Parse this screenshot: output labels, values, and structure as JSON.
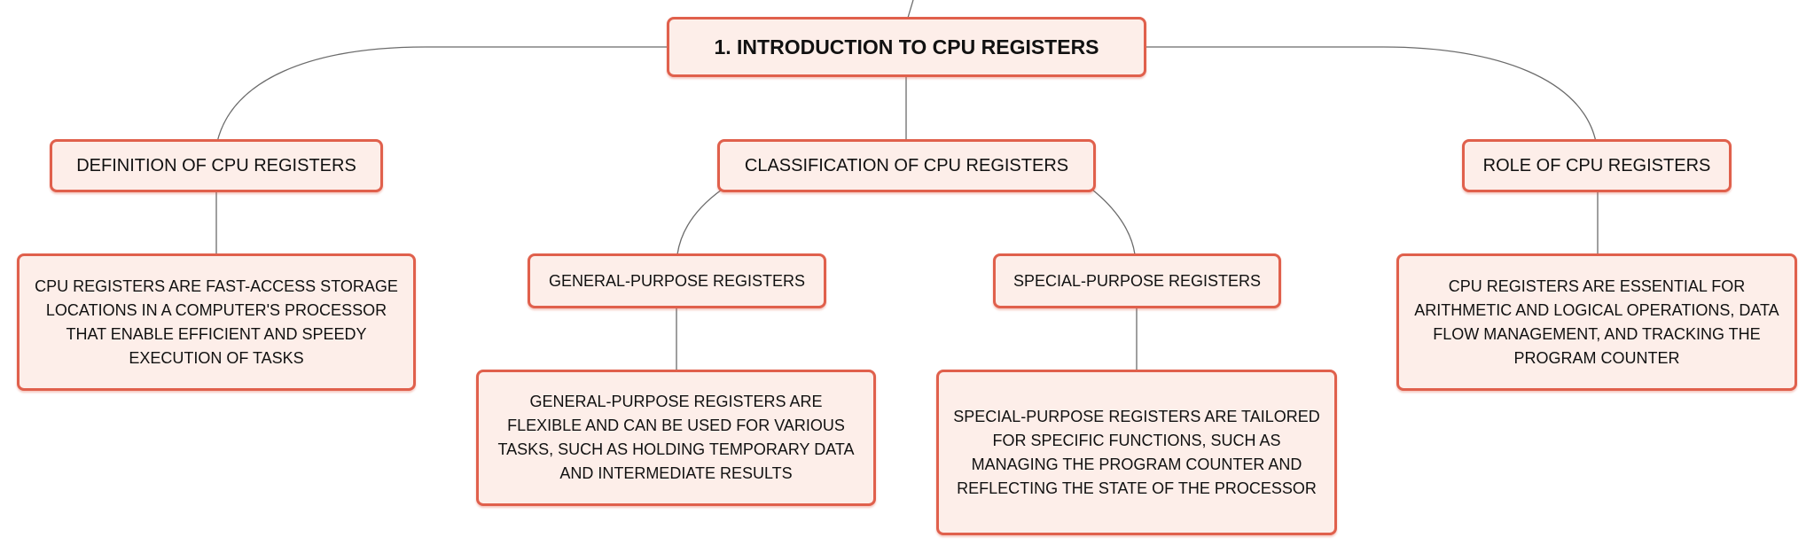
{
  "colors": {
    "node_border": "#e0604c",
    "node_fill": "#fdeee9",
    "connector": "#6b6b6b",
    "text": "#111111"
  },
  "mindmap": {
    "root": {
      "label": "1. INTRODUCTION TO CPU REGISTERS"
    },
    "definition": {
      "label": "DEFINITION OF CPU REGISTERS",
      "detail": "CPU REGISTERS ARE FAST-ACCESS STORAGE LOCATIONS IN A COMPUTER'S PROCESSOR THAT ENABLE EFFICIENT AND SPEEDY EXECUTION OF TASKS"
    },
    "classification": {
      "label": "CLASSIFICATION OF CPU REGISTERS",
      "general": {
        "label": "GENERAL-PURPOSE REGISTERS",
        "detail": "GENERAL-PURPOSE REGISTERS ARE FLEXIBLE AND CAN BE USED FOR VARIOUS TASKS, SUCH AS HOLDING TEMPORARY DATA AND INTERMEDIATE RESULTS"
      },
      "special": {
        "label": "SPECIAL-PURPOSE REGISTERS",
        "detail": "SPECIAL-PURPOSE REGISTERS ARE TAILORED FOR SPECIFIC FUNCTIONS, SUCH AS MANAGING THE PROGRAM COUNTER AND REFLECTING THE STATE OF THE PROCESSOR"
      }
    },
    "role": {
      "label": "ROLE OF CPU REGISTERS",
      "detail": "CPU REGISTERS ARE ESSENTIAL FOR ARITHMETIC AND LOGICAL OPERATIONS, DATA FLOW MANAGEMENT, AND TRACKING THE PROGRAM COUNTER"
    }
  }
}
